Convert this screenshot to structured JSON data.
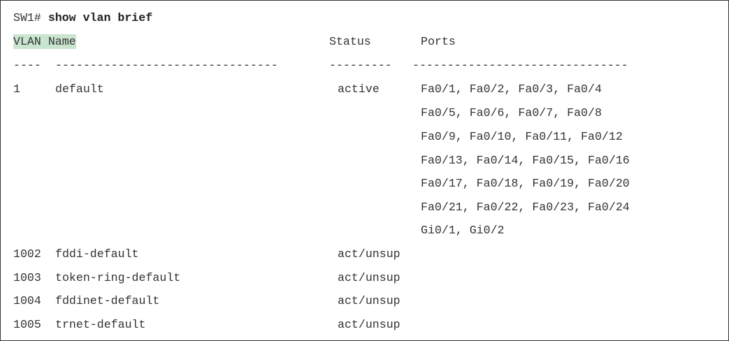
{
  "terminal": {
    "prompt": "SW1#",
    "command": "show vlan brief",
    "header": {
      "vlan": "VLAN",
      "name": "Name",
      "status": "Status",
      "ports": "Ports"
    },
    "separator": {
      "vlan": "----",
      "name": "--------------------------------",
      "status": "---------",
      "ports": "-------------------------------"
    },
    "rows": [
      {
        "vlan": "1",
        "name": "default",
        "status": "active",
        "ports": [
          "Fa0/1, Fa0/2, Fa0/3, Fa0/4",
          "Fa0/5, Fa0/6, Fa0/7, Fa0/8",
          "Fa0/9, Fa0/10, Fa0/11, Fa0/12",
          "Fa0/13, Fa0/14, Fa0/15, Fa0/16",
          "Fa0/17, Fa0/18, Fa0/19, Fa0/20",
          "Fa0/21, Fa0/22, Fa0/23, Fa0/24",
          "Gi0/1, Gi0/2"
        ]
      },
      {
        "vlan": "1002",
        "name": "fddi-default",
        "status": "act/unsup"
      },
      {
        "vlan": "1003",
        "name": "token-ring-default",
        "status": "act/unsup"
      },
      {
        "vlan": "1004",
        "name": "fddinet-default",
        "status": "act/unsup"
      },
      {
        "vlan": "1005",
        "name": "trnet-default",
        "status": "act/unsup"
      }
    ],
    "colors": {
      "text": "#333333",
      "highlight": "#c9e4cf",
      "border": "#333333"
    }
  }
}
